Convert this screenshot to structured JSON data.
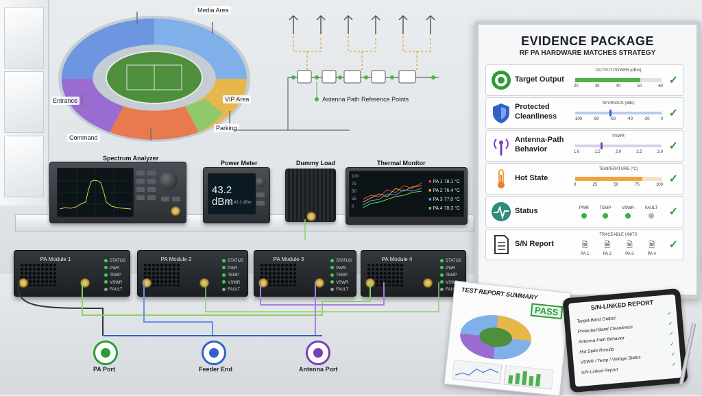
{
  "stadium": {
    "labels": {
      "media": "Media Area",
      "entrance": "Entrance",
      "vip": "VIP Area",
      "parking": "Parking",
      "command": "Command"
    },
    "antenna_ref": "Antenna Path Reference Points"
  },
  "instruments": {
    "spectrum": {
      "label": "Spectrum Analyzer"
    },
    "power": {
      "label": "Power Meter",
      "value": "43.2 dBm",
      "sub": "Avg 43.2 dBm"
    },
    "dummy": {
      "label": "Dummy Load"
    },
    "thermal": {
      "label": "Thermal Monitor",
      "y_ticks": [
        "100",
        "75",
        "50",
        "25",
        "0"
      ],
      "readings": [
        {
          "label": "PA 1",
          "value": "78.1 °C"
        },
        {
          "label": "PA 2",
          "value": "76.4 °C"
        },
        {
          "label": "PA 3",
          "value": "77.0 °C"
        },
        {
          "label": "PA 4",
          "value": "78.3 °C"
        }
      ]
    }
  },
  "pa_modules": [
    {
      "name": "PA Module 1"
    },
    {
      "name": "PA Module 2"
    },
    {
      "name": "PA Module 3"
    },
    {
      "name": "PA Module 4"
    }
  ],
  "pa_status_labels": [
    "STATUS",
    "PWR",
    "TEMP",
    "VSWR",
    "FAULT"
  ],
  "ports": {
    "pa": "PA Port",
    "feeder": "Feeder End",
    "antenna": "Antenna Port"
  },
  "board": {
    "title": "EVIDENCE PACKAGE",
    "subtitle": "RF PA HARDWARE MATCHES STRATEGY",
    "rows": [
      {
        "label": "Target Output",
        "caption": "OUTPUT POWER (dBm)",
        "ticks": [
          "20",
          "30",
          "40",
          "50",
          "60"
        ],
        "fill_fraction": 0.75,
        "icon": "target-icon"
      },
      {
        "label": "Protected Cleanliness",
        "caption": "SPURIOUS (dBc)",
        "ticks": [
          "-100",
          "-80",
          "-60",
          "-40",
          "-20",
          "0"
        ],
        "marker_fraction": 0.4,
        "icon": "shield-icon"
      },
      {
        "label": "Antenna-Path Behavior",
        "caption": "VSWR",
        "ticks": [
          "1.0",
          "1.5",
          "2.0",
          "2.5",
          "3.0"
        ],
        "marker_fraction": 0.3,
        "icon": "antenna-icon"
      },
      {
        "label": "Hot State",
        "caption": "TEMPERATURE (°C)",
        "ticks": [
          "0",
          "25",
          "50",
          "75",
          "100"
        ],
        "fill_fraction": 0.78,
        "icon": "thermometer-icon"
      },
      {
        "label": "Status",
        "caption": "",
        "status": [
          {
            "name": "PWR",
            "color": "#3fae3f"
          },
          {
            "name": "TEMP",
            "color": "#3fae3f"
          },
          {
            "name": "VSWR",
            "color": "#3fae3f"
          },
          {
            "name": "FAULT",
            "color": "#b5b5b5"
          }
        ],
        "icon": "pulse-icon"
      },
      {
        "label": "S/N Report",
        "caption": "TRACEABLE UNITS",
        "units": [
          "PA 1",
          "PA 2",
          "PA 3",
          "PA 4"
        ],
        "icon": "document-icon"
      }
    ]
  },
  "report": {
    "title": "TEST REPORT SUMMARY",
    "badge": "PASS"
  },
  "tablet": {
    "title": "S/N-LINKED REPORT",
    "items": [
      "Target-Band Output",
      "Protected-Band Cleanliness",
      "Antenna-Path Behavior",
      "Hot State Results",
      "VSWR / Temp / Voltage Status",
      "S/N-Linked Report"
    ]
  },
  "colors": {
    "green": "#2e9b3a",
    "blue": "#2f63c9",
    "purple": "#7a3fb5",
    "orange": "#f0a33a"
  }
}
